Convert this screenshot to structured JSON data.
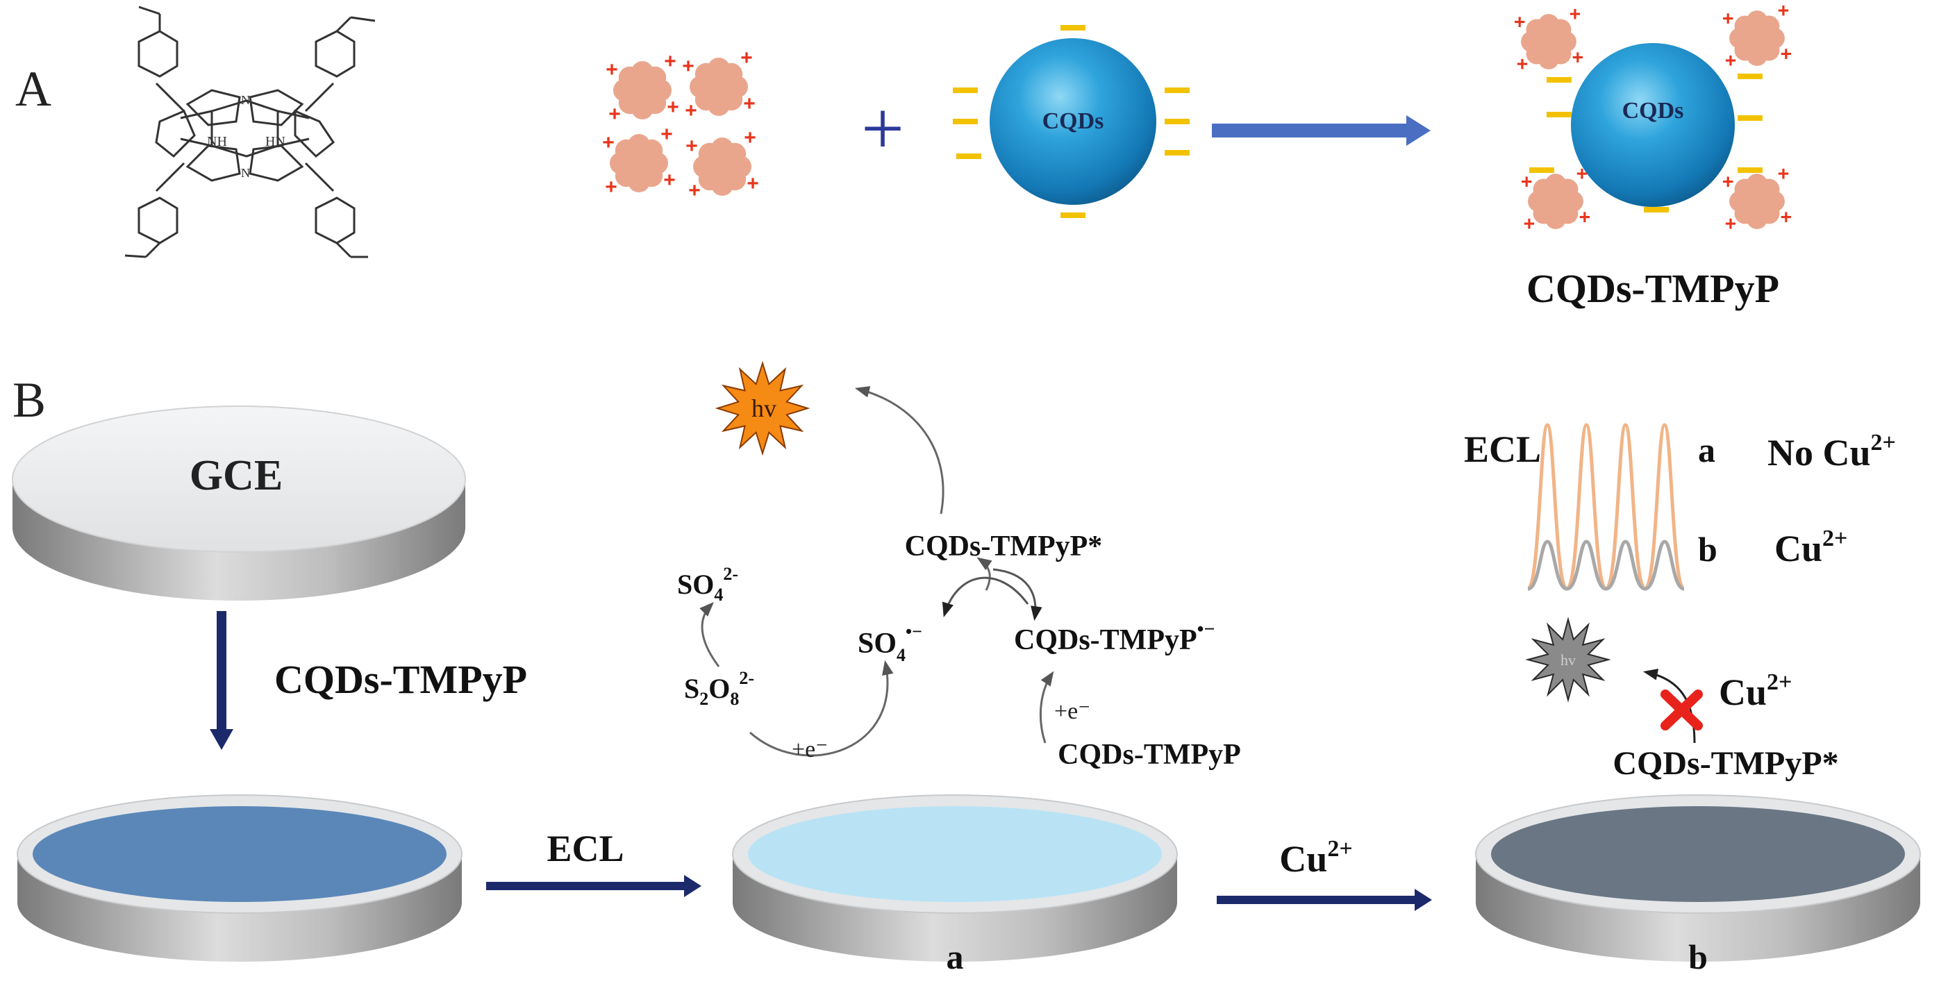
{
  "panels": {
    "a": "A",
    "b": "B"
  },
  "panel_a": {
    "plus_sign": "+",
    "charge_plus": "+",
    "charge_minus": "−",
    "cqds_label": "CQDs",
    "product_label": "CQDs-TMPyP",
    "porphyrin_labels": {
      "nh": "NH",
      "hn": "HN",
      "n": "N"
    }
  },
  "panel_b": {
    "gce_label": "GCE",
    "modify_label": "CQDs-TMPyP",
    "ecl_arrow_label": "ECL",
    "cu_arrow_label": {
      "base": "Cu",
      "sup": "2+"
    },
    "electrode_a": "a",
    "electrode_b": "b",
    "hv": "hv",
    "mechanism": {
      "excited": "CQDs-TMPyP*",
      "so4_2minus": {
        "base": "SO",
        "sub": "4",
        "sup": "2-"
      },
      "so4_radical": {
        "base": "SO",
        "sub": "4",
        "sup": "•−"
      },
      "radical_anion": {
        "base": "CQDs-TMPyP",
        "sup": "•−"
      },
      "persulfate": {
        "s": "S",
        "s_sub": "2",
        "o": "O",
        "o_sub": "8",
        "sup": "2-"
      },
      "electron_left": "+e⁻",
      "electron_right": "+e⁻",
      "ground": "CQDs-TMPyP"
    },
    "ecl_curve": {
      "title": "ECL",
      "a_letter": "a",
      "a_text": "No Cu",
      "b_letter": "b",
      "b_text": "Cu",
      "sup": "2+",
      "peaks": 4
    },
    "quench": {
      "hv": "hv",
      "cu": "Cu",
      "sup": "2+",
      "excited": "CQDs-TMPyP*"
    }
  },
  "colors": {
    "arrow_blue": "#4a6fc2",
    "dark_navy": "#1c2a6b",
    "sphere_blue": "#1c8fc8",
    "dye_salmon": "#e9a68d",
    "dye_plus": "#e8341c",
    "minus_yellow": "#f2c200",
    "electrode_gray": "#9a9a9a",
    "film_blue": "#5b87b8",
    "film_light": "#b9e3f5",
    "film_dark": "#6a7684",
    "hv_orange": "#f58a14",
    "ecl_orange": "#f1b487",
    "ecl_gray": "#a8a8a8",
    "cross_red": "#e8231c"
  }
}
